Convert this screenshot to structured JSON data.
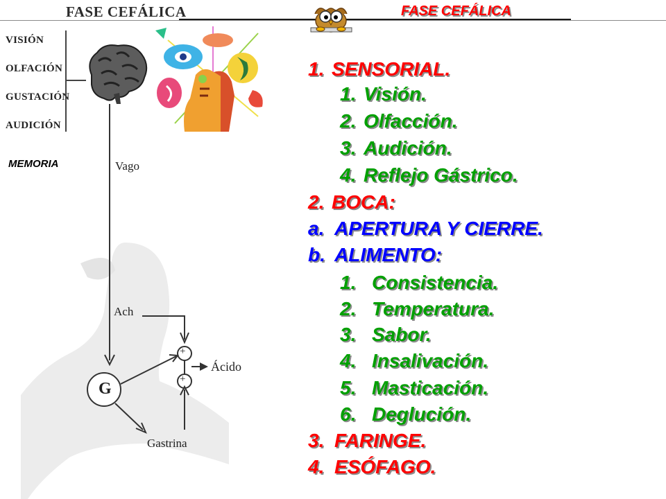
{
  "header": {
    "left_title": "FASE CEFÁLICA",
    "right_title": "FASE CEFÁLICA"
  },
  "diagram": {
    "senses": [
      "VISIÓN",
      "OLFACIÓN",
      "GUSTACIÓN",
      "AUDICIÓN"
    ],
    "memoria": "MEMORIA",
    "vago": "Vago",
    "ach": "Ach",
    "g": "G",
    "acido": "Ácido",
    "gastrina": "Gastrina",
    "plus": "+"
  },
  "outline": {
    "l1": {
      "num": "1.",
      "text": "SENSORIAL."
    },
    "l1_1": {
      "num": "1.",
      "text": "Visión."
    },
    "l1_2": {
      "num": "2.",
      "text": "Olfacción."
    },
    "l1_3": {
      "num": "3.",
      "text": "Audición."
    },
    "l1_4": {
      "num": "4.",
      "text": "Reflejo Gástrico."
    },
    "l2": {
      "num": "2.",
      "text": "BOCA:"
    },
    "la": {
      "num": "a.",
      "text": "APERTURA Y CIERRE."
    },
    "lb": {
      "num": "b.",
      "text": "ALIMENTO:"
    },
    "lb_1": {
      "num": "1.",
      "text": "Consistencia."
    },
    "lb_2": {
      "num": "2.",
      "text": "Temperatura."
    },
    "lb_3": {
      "num": "3.",
      "text": "Sabor."
    },
    "lb_4": {
      "num": "4.",
      "text": "Insalivación."
    },
    "lb_5": {
      "num": "5.",
      "text": "Masticación."
    },
    "lb_6": {
      "num": "6.",
      "text": "Deglución."
    },
    "l3": {
      "num": "3.",
      "text": "FARINGE."
    },
    "l4": {
      "num": "4.",
      "text": "ESÓFAGO."
    }
  },
  "colors": {
    "red": "#ff0000",
    "green": "#00a000",
    "blue": "#0000ff"
  }
}
